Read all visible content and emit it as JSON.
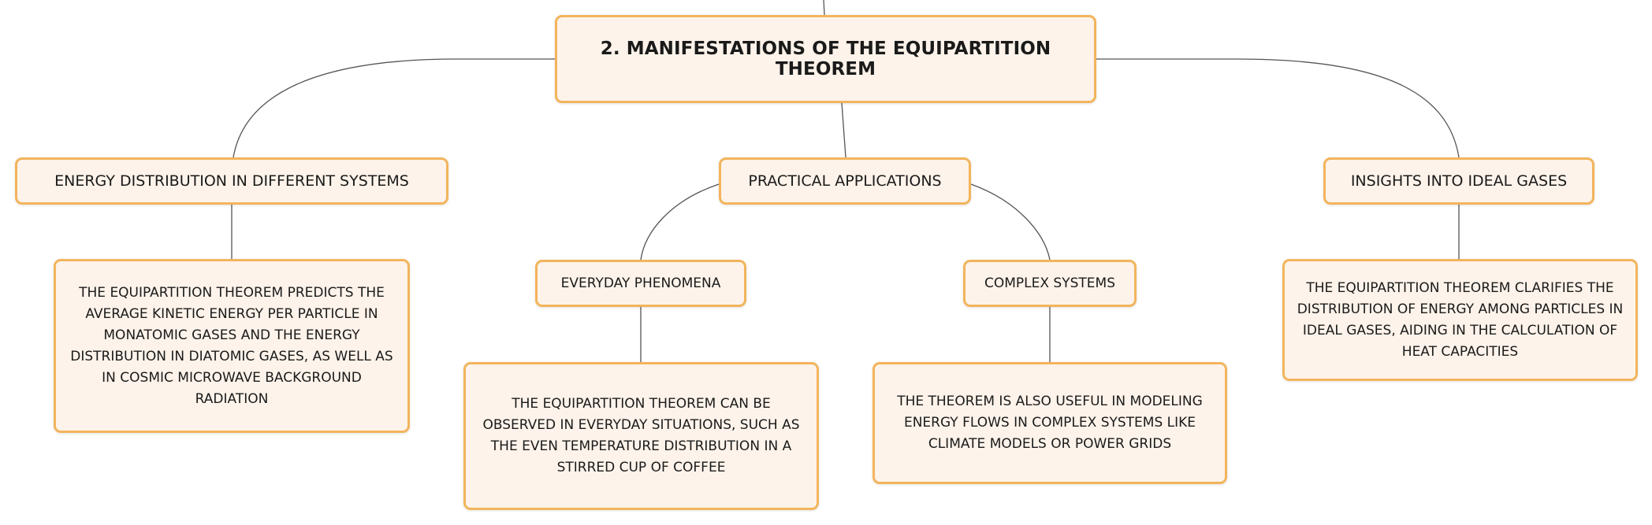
{
  "mindmap": {
    "root": {
      "label": "2. MANIFESTATIONS OF THE EQUIPARTITION THEOREM"
    },
    "energy_distribution": {
      "label": "ENERGY DISTRIBUTION IN DIFFERENT SYSTEMS",
      "detail": "THE EQUIPARTITION THEOREM PREDICTS THE AVERAGE KINETIC ENERGY PER PARTICLE IN MONATOMIC GASES AND THE ENERGY DISTRIBUTION IN DIATOMIC GASES, AS WELL AS IN COSMIC MICROWAVE BACKGROUND RADIATION"
    },
    "practical_applications": {
      "label": "PRACTICAL APPLICATIONS",
      "everyday": {
        "label": "EVERYDAY PHENOMENA",
        "detail": "THE EQUIPARTITION THEOREM CAN BE OBSERVED IN EVERYDAY SITUATIONS, SUCH AS THE EVEN TEMPERATURE DISTRIBUTION IN A STIRRED CUP OF COFFEE"
      },
      "complex": {
        "label": "COMPLEX SYSTEMS",
        "detail": "THE THEOREM IS ALSO USEFUL IN MODELING ENERGY FLOWS IN COMPLEX SYSTEMS LIKE CLIMATE MODELS OR POWER GRIDS"
      }
    },
    "ideal_gases": {
      "label": "INSIGHTS INTO IDEAL GASES",
      "detail": "THE EQUIPARTITION THEOREM CLARIFIES THE DISTRIBUTION OF ENERGY AMONG PARTICLES IN IDEAL GASES, AIDING IN THE CALCULATION OF HEAT CAPACITIES"
    }
  }
}
